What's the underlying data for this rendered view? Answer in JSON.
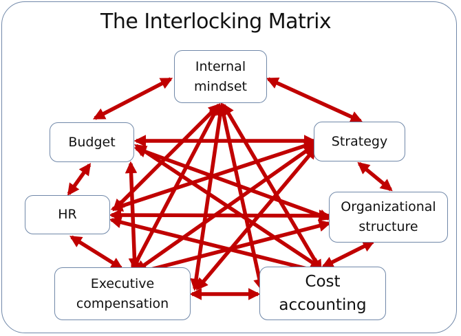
{
  "title": "The Interlocking Matrix",
  "arrow_color": "#c00000",
  "nodes": {
    "mindset": "Internal\nmindset",
    "budget": "Budget",
    "strategy": "Strategy",
    "hr": "HR",
    "org": "Organizational\nstructure",
    "exec": "Executive\ncompensation",
    "cost": "Cost\naccounting"
  },
  "edges": [
    {
      "from": "mindset",
      "to": "budget"
    },
    {
      "from": "mindset",
      "to": "strategy"
    },
    {
      "from": "budget",
      "to": "hr"
    },
    {
      "from": "strategy",
      "to": "org"
    },
    {
      "from": "hr",
      "to": "exec"
    },
    {
      "from": "org",
      "to": "cost"
    },
    {
      "from": "exec",
      "to": "cost"
    },
    {
      "from": "mindset",
      "to": "hr"
    },
    {
      "from": "mindset",
      "to": "exec"
    },
    {
      "from": "mindset",
      "to": "exec"
    },
    {
      "from": "mindset",
      "to": "cost"
    },
    {
      "from": "mindset",
      "to": "cost"
    },
    {
      "from": "budget",
      "to": "strategy"
    },
    {
      "from": "budget",
      "to": "cost"
    },
    {
      "from": "budget",
      "to": "org"
    },
    {
      "from": "budget",
      "to": "exec"
    },
    {
      "from": "strategy",
      "to": "hr"
    },
    {
      "from": "strategy",
      "to": "exec"
    },
    {
      "from": "strategy",
      "to": "exec"
    },
    {
      "from": "hr",
      "to": "org"
    },
    {
      "from": "hr",
      "to": "cost"
    },
    {
      "from": "org",
      "to": "exec"
    }
  ]
}
